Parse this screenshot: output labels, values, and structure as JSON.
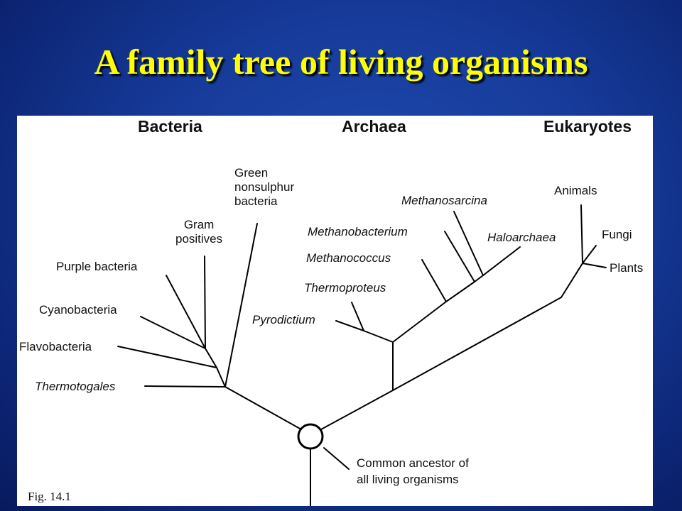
{
  "slide": {
    "title": "A family tree of living organisms"
  },
  "domains": [
    "Bacteria",
    "Archaea",
    "Eukaryotes"
  ],
  "bacteria": {
    "green": [
      "Green",
      "nonsulphur",
      "bacteria"
    ],
    "gram": [
      "Gram",
      "positives"
    ],
    "purple": "Purple bacteria",
    "cyano": "Cyanobacteria",
    "flavo": "Flavobacteria",
    "thermotogales": "Thermotogales"
  },
  "archaea": {
    "methanosarcina": "Methanosarcina",
    "methanobacterium": "Methanobacterium",
    "haloarchaea": "Haloarchaea",
    "methanococcus": "Methanococcus",
    "thermoproteus": "Thermoproteus",
    "pyrodictium": "Pyrodictium"
  },
  "eukaryotes": {
    "animals": "Animals",
    "fungi": "Fungi",
    "plants": "Plants"
  },
  "ancestor": [
    "Common ancestor of",
    "all living organisms"
  ],
  "figure_label": "Fig. 14.1"
}
